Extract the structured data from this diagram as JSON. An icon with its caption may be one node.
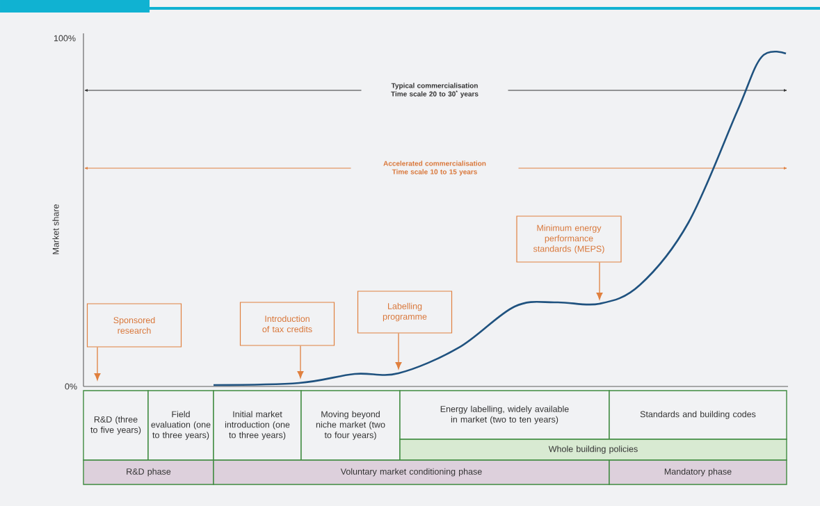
{
  "diagram": {
    "nodes": [
      {
        "text": [
          "Sponsored research"
        ]
      },
      {
        "text": [
          "Introduction of tax credits"
        ]
      },
      {
        "text": [
          "Labelling programme"
        ]
      },
      {
        "text": [
          "Minimum energy performance standards (MEPS)"
        ]
      },
      {
        "text": [
          "R&D (three to five years)"
        ]
      },
      {
        "text": [
          "Field evaluation (one to three years)"
        ]
      },
      {
        "text": [
          "Initial market introduction (one to three years)"
        ]
      },
      {
        "text": [
          "Moving beyond niche market (two to four years)"
        ]
      },
      {
        "text": [
          "Energy labelling, widely available in market (two to ten years)"
        ]
      },
      {
        "text": [
          "Standards and building codes"
        ]
      },
      {
        "text": [
          "Whole building policies"
        ]
      },
      {
        "text": [
          "R&D phase"
        ]
      },
      {
        "text": [
          "Voluntary market conditioning phase"
        ]
      },
      {
        "text": [
          "Mandatory phase"
        ]
      }
    ],
    "edges": [
      {
        "from": 0,
        "to": null,
        "arrow": "to"
      },
      {
        "from": 1,
        "to": null,
        "arrow": "to"
      },
      {
        "from": 2,
        "to": null,
        "arrow": "to"
      },
      {
        "from": 3,
        "to": null,
        "arrow": "to"
      }
    ],
    "labels": [
      "100%",
      "Typical commercialisation Time scale 20 to 30$^{*}$ years",
      "Market share",
      "Accelerated commercialisation Time scale 10 to 15 years",
      "0%"
    ]
  }
}
